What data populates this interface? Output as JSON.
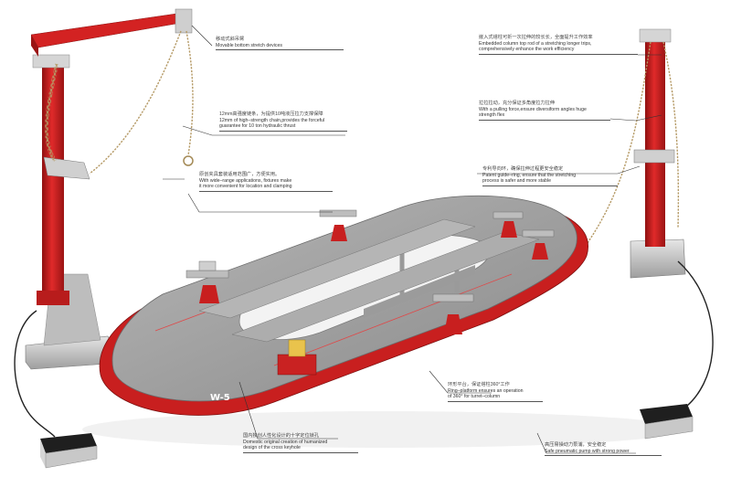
{
  "colors": {
    "frame_red": "#d52424",
    "frame_dark_red": "#9a1414",
    "platform_gray": "#8e8e8e",
    "platform_top": "#a4a4a4",
    "platform_dark": "#6b6b6b",
    "chain": "#b89a62",
    "base_silver": "#c9c9c9"
  },
  "product": {
    "model_label": "W-5"
  },
  "callouts": [
    {
      "id": "bottom-stretch",
      "cn": "移动式斜吊臂",
      "en": [
        "Movable bottom stretch devices"
      ]
    },
    {
      "id": "chain",
      "cn": "12mm高强度链条，为提供10吨液压拉力支撑保障",
      "en": [
        "12mm of high–strength chain,provides the forceful",
        "guarantee for 10 ton hydraulic thrust"
      ]
    },
    {
      "id": "fixtures",
      "cn": "原创夹具套装适用范围广，方便实用。",
      "en": [
        "With wide–range applications, fixtures make",
        "it more convenient for location and clamping"
      ]
    },
    {
      "id": "column",
      "cn": "嵌入式塔柱可折一次拉伸的较长长，全面提升工作效率",
      "en": [
        "Embedded column top rod of a stretching longer trips,",
        "comprehensively enhance the work efficiency"
      ]
    },
    {
      "id": "pulling",
      "cn": "拉拉拉动，充分保证多角度拉力拉伸",
      "en": [
        "With a pulling force,ensure diversiform angles huge",
        "strength flex"
      ]
    },
    {
      "id": "guide-ring",
      "cn": "专利导向环，确保拉伸过程更安全稳定",
      "en": [
        "Patent guide–ring,  ensure that the stretching",
        "process is safer and more stable"
      ]
    },
    {
      "id": "ring-platform",
      "cn": "环形平台，保证塔柱360°工作",
      "en": [
        "Ring–platform ensures an operation",
        "of 360° for turret–column"
      ]
    },
    {
      "id": "cross-keyhole",
      "cn": "国内独创人性化设计的十字定位锁孔",
      "en": [
        "Domestic original creation of humanized",
        "design of the cross keyhole"
      ]
    },
    {
      "id": "pump",
      "cn": "高压易操动力泵浦，安全稳定",
      "en": [
        "Safe pneumatic pump with strong power"
      ]
    }
  ]
}
